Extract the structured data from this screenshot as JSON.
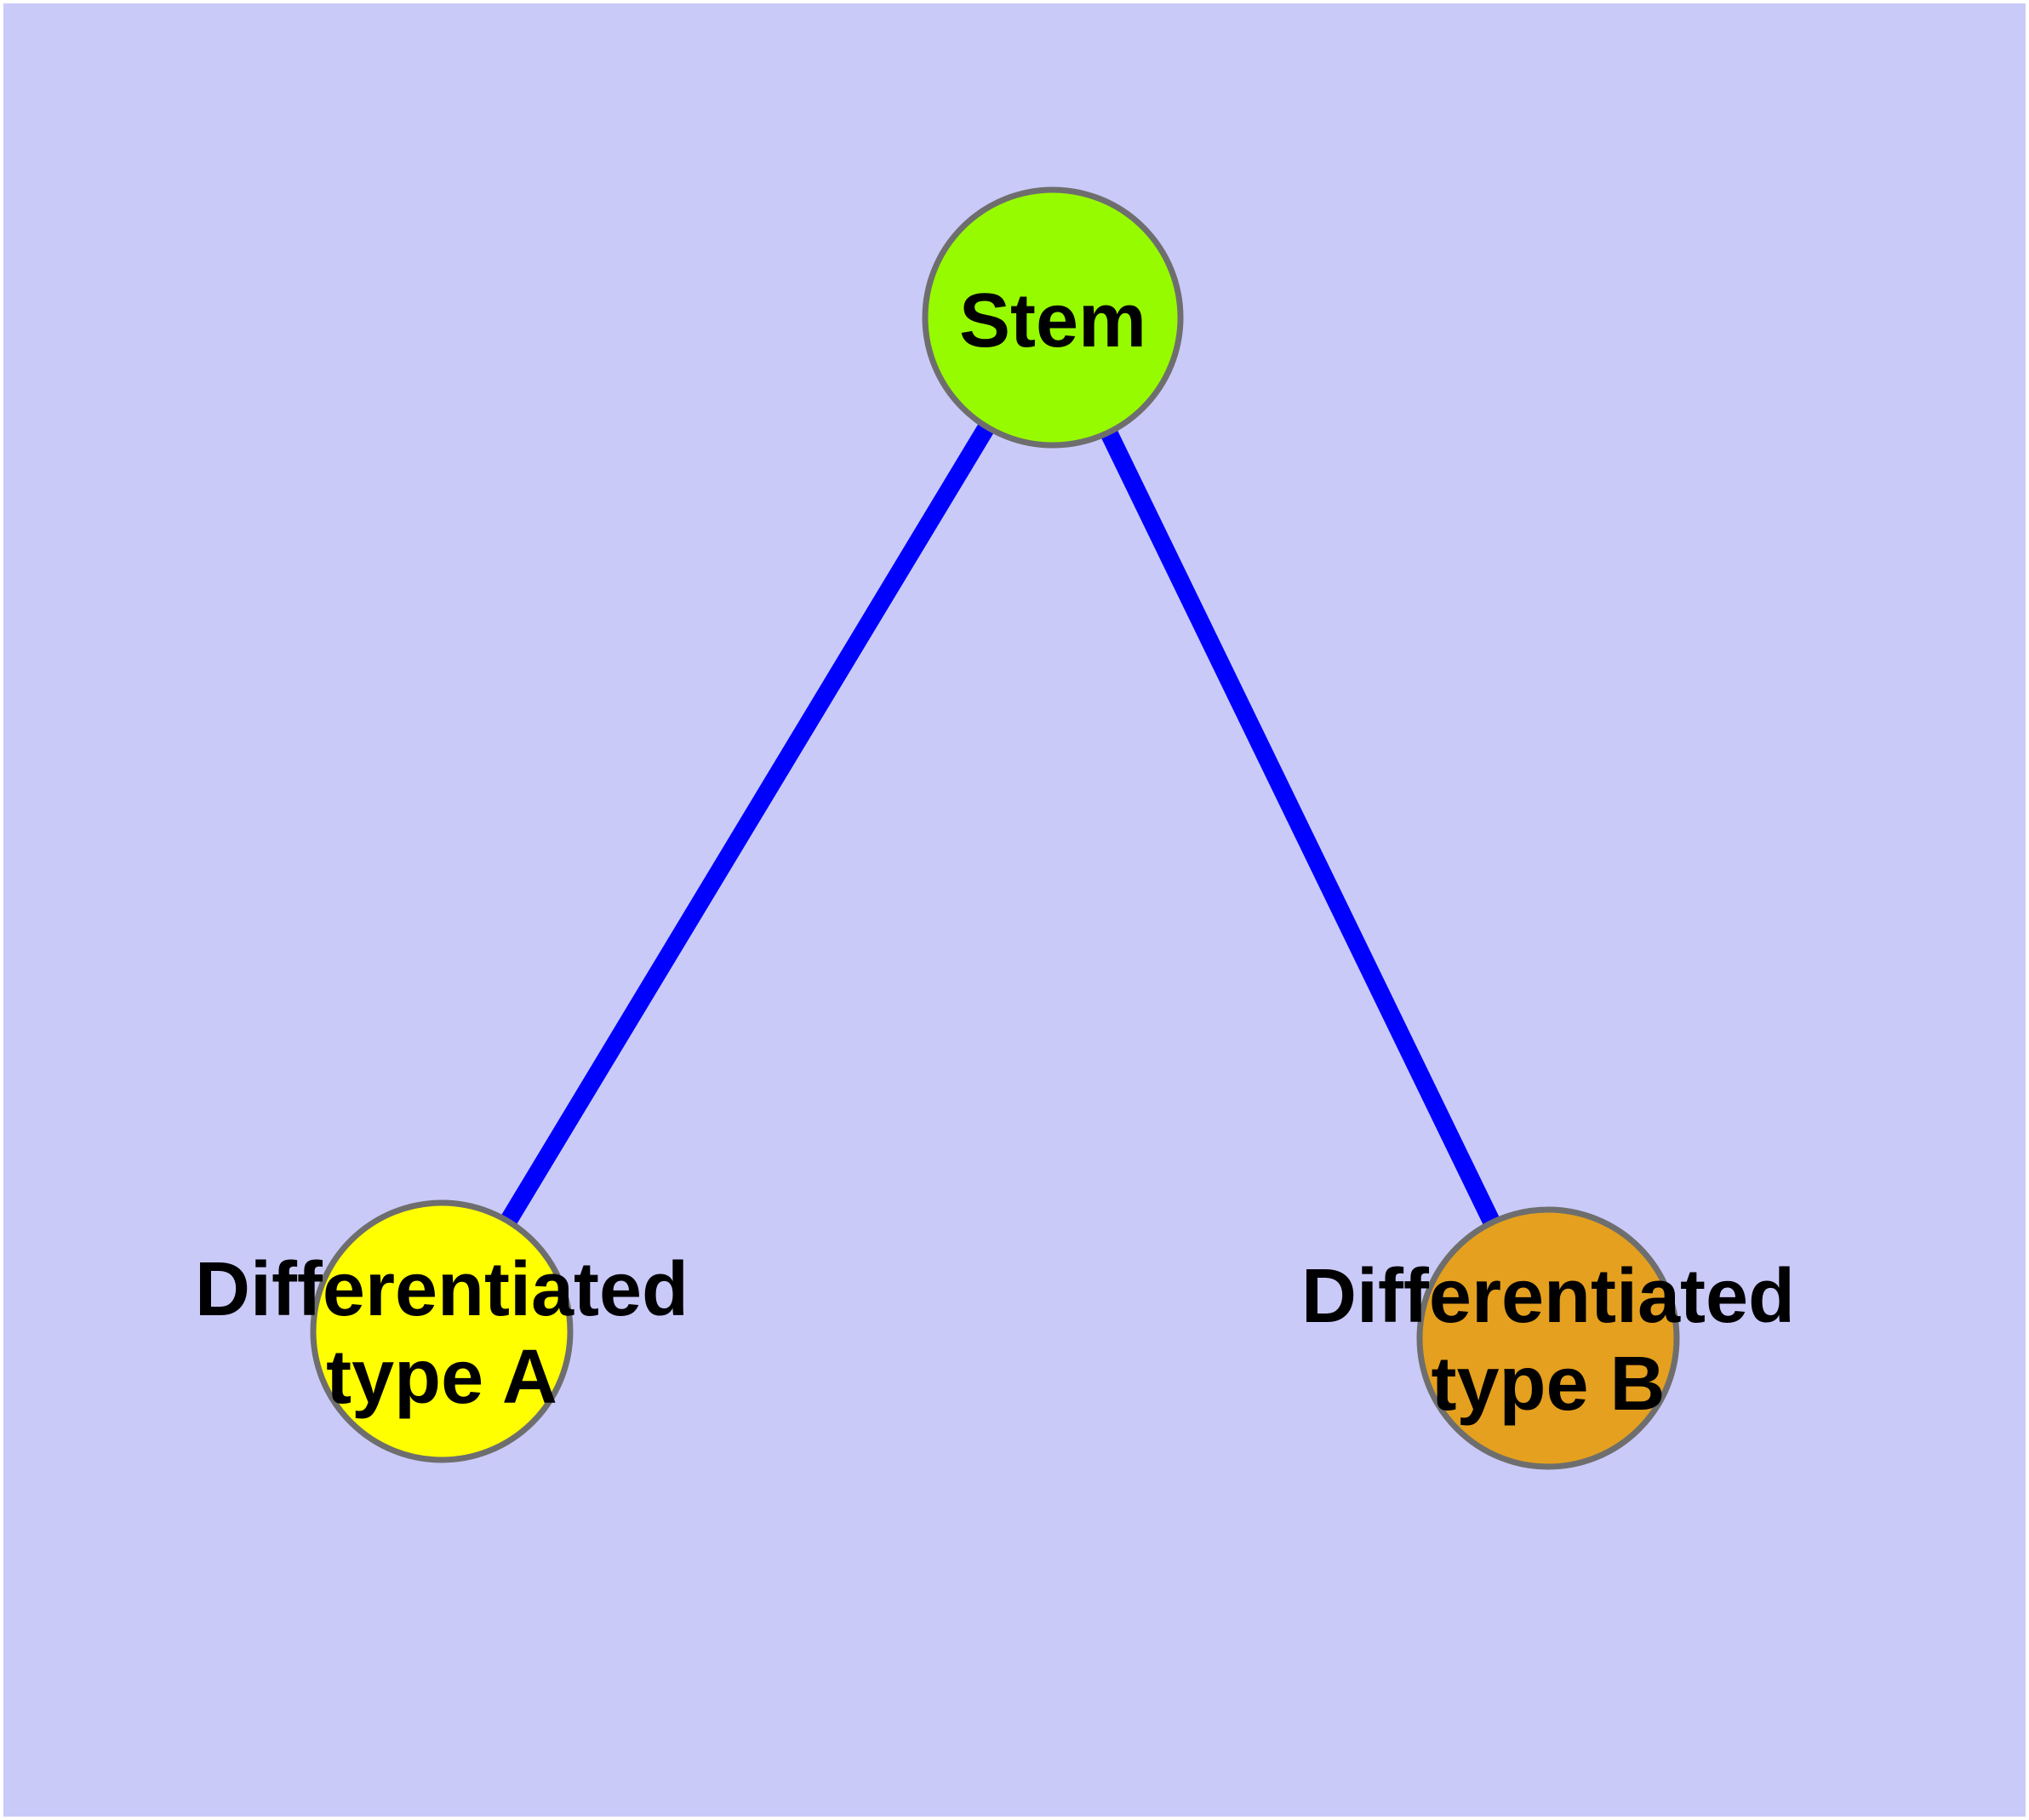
{
  "colors": {
    "margin": "#ffffff",
    "background": "#cacaf9",
    "edge": "#0000ff",
    "node_border": "#6e6e6e",
    "label_text": "#000000"
  },
  "graph": {
    "nodes": [
      {
        "id": "stem",
        "label_lines": [
          "Stem"
        ],
        "fill": "#97fb00"
      },
      {
        "id": "type-a",
        "label_lines": [
          "Differentiated",
          "type A"
        ],
        "fill": "#ffff00"
      },
      {
        "id": "type-b",
        "label_lines": [
          "Differentiated",
          "type B"
        ],
        "fill": "#e4a01e"
      }
    ],
    "edges": [
      {
        "from": "stem",
        "to": "type-a"
      },
      {
        "from": "stem",
        "to": "type-b"
      }
    ]
  }
}
